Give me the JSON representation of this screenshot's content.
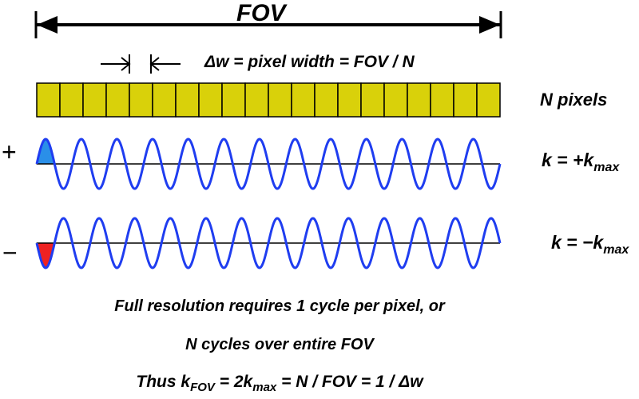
{
  "labels": {
    "fov": "FOV",
    "delta_w": "Δw = pixel width = FOV / N",
    "n_pixels": "N pixels",
    "plus_sign": "+",
    "minus_sign": "−"
  },
  "k_plus": {
    "prefix": "k = +k",
    "sub": "max"
  },
  "k_minus": {
    "prefix": "k = −k",
    "sub": "max"
  },
  "text": {
    "line1": "Full resolution requires 1 cycle per pixel, or",
    "line2": "N cycles over entire FOV",
    "line3": {
      "a": "Thus  k",
      "sub1": "FOV",
      "b": " = 2k",
      "sub2": "max",
      "c": " = N / FOV = 1 / Δw"
    }
  },
  "pixel_count": 20,
  "cycles": 13,
  "colors": {
    "pixel_fill": "#d9d10a",
    "pixel_stroke": "#000000",
    "wave": "#1f3df0",
    "plus_fill": "#2a8fe8",
    "minus_fill": "#ee2222"
  }
}
